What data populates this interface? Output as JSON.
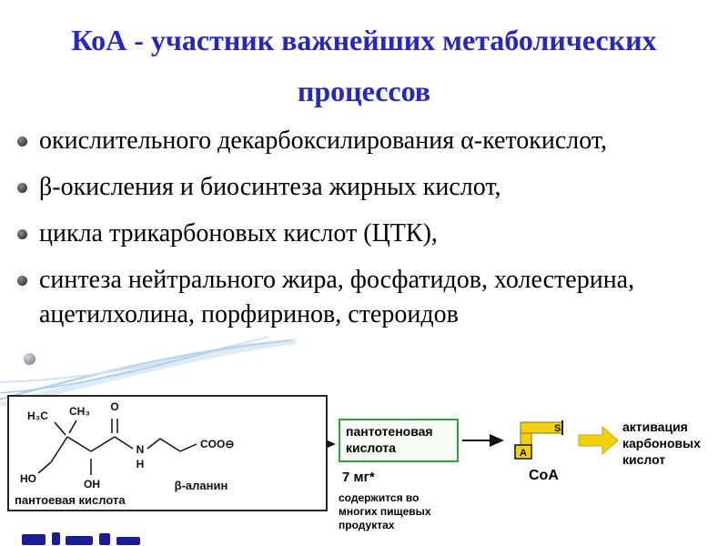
{
  "slide": {
    "title_line1": "КоА - участник важнейших метаболических",
    "title_line2": "процессов",
    "bullets": [
      "окислительного декарбоксилирования α-кетокислот,",
      "β-окисления и биосинтеза жирных кислот,",
      "цикла трикарбоновых кислот (ЦТК),",
      "синтеза нейтрального жира, фосфатидов, холестерина, ацетилхолина, порфиринов, стероидов"
    ]
  },
  "diagram": {
    "structure": {
      "h3c": "H₃C",
      "ch3": "CH₃",
      "o": "O",
      "ho": "HO",
      "oh": "OH",
      "n": "N",
      "h": "H",
      "coo": "COO⊖",
      "beta_alanine": "β-аланин",
      "pantoic_acid": "пантоевая кислота"
    },
    "pantothenic_acid_box": "пантотеновая кислота",
    "dose": "7 мг*",
    "note": "содержится во многих пищевых продуктах",
    "coa": {
      "label": "СоА",
      "s": "S",
      "a": "A"
    },
    "activation": "активация карбоновых кислот"
  },
  "colors": {
    "title_blue": "#2727c0",
    "green_box_border": "#2fa33c",
    "coa_yellow": "#f2d00e"
  }
}
